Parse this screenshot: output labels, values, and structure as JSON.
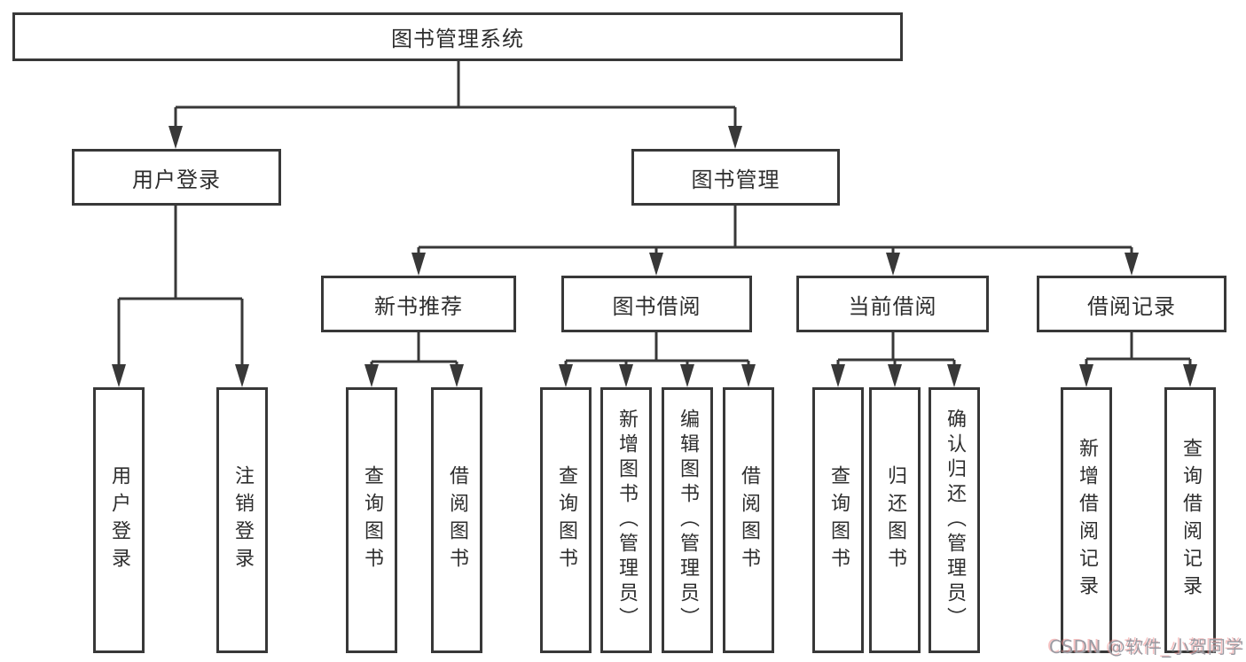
{
  "tree": {
    "label": "图书管理系统",
    "children": [
      {
        "label": "用户登录",
        "children": [
          {
            "label": "用户登录"
          },
          {
            "label": "注销登录"
          }
        ]
      },
      {
        "label": "图书管理",
        "children": [
          {
            "label": "新书推荐",
            "children": [
              {
                "label": "查询图书"
              },
              {
                "label": "借阅图书"
              }
            ]
          },
          {
            "label": "图书借阅",
            "children": [
              {
                "label": "查询图书"
              },
              {
                "label": "新增图书（管理员）"
              },
              {
                "label": "编辑图书（管理员）"
              },
              {
                "label": "借阅图书"
              }
            ]
          },
          {
            "label": "当前借阅",
            "children": [
              {
                "label": "查询图书"
              },
              {
                "label": "归还图书"
              },
              {
                "label": "确认归还（管理员）"
              }
            ]
          },
          {
            "label": "借阅记录",
            "children": [
              {
                "label": "新增借阅记录"
              },
              {
                "label": "查询借阅记录"
              }
            ]
          }
        ]
      }
    ]
  },
  "watermark": {
    "text": "CSDN @软件_小贺同学"
  },
  "colors": {
    "line": "#383838",
    "text": "#2e2e2e",
    "background": "#ffffff",
    "watermark": "#9b9ba3"
  }
}
